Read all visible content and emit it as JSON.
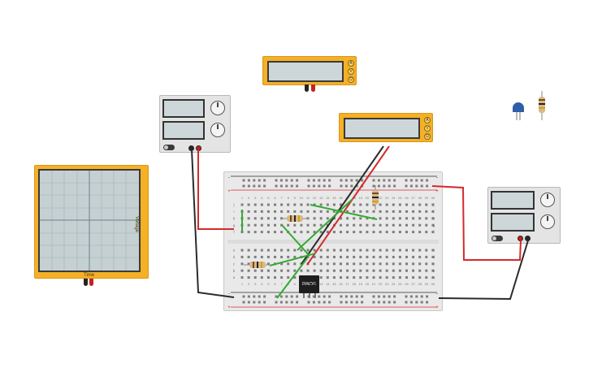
{
  "scope": {
    "x_label": "Time",
    "y_label": "Voltage"
  },
  "multimeters": [
    {
      "modes": [
        "A",
        "V",
        "Ω"
      ]
    },
    {
      "modes": [
        "A",
        "V",
        "Ω"
      ]
    }
  ],
  "breadboard": {
    "columns": [
      "1",
      "2",
      "3",
      "4",
      "5",
      "6",
      "7",
      "8",
      "9",
      "10",
      "11",
      "12",
      "13",
      "14",
      "15",
      "16",
      "17",
      "18",
      "19",
      "20",
      "21",
      "22",
      "23",
      "24",
      "25",
      "26",
      "27",
      "28",
      "29",
      "30"
    ],
    "rows_top": [
      "j",
      "i",
      "h",
      "g",
      "f"
    ],
    "rows_bottom": [
      "e",
      "d",
      "c",
      "b",
      "a"
    ],
    "rail_plus": "+",
    "rail_minus": "-"
  },
  "ic": {
    "label": "SOMd"
  },
  "colors": {
    "instrument_body": "#f5b026",
    "wire_red": "#d42a2a",
    "wire_black": "#2b2b2b",
    "wire_green": "#33aa33",
    "capacitor": "#2e5fa8"
  },
  "palette": {
    "items": [
      "capacitor-icon",
      "resistor-icon"
    ]
  }
}
